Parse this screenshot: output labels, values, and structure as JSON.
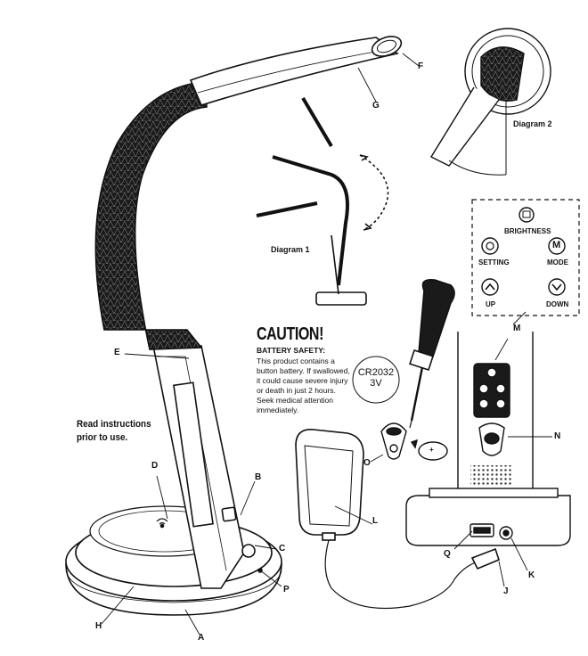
{
  "caution": {
    "title": "CAUTION!",
    "subtitle": "BATTERY SAFETY:",
    "body": "This product contains a button battery. If swallowed, it could cause severe injury or death in just 2 hours. Seek medical attention immediately."
  },
  "notice": {
    "line1": "Read instructions",
    "line2": "prior to use."
  },
  "battery": {
    "model": "CR2032",
    "voltage": "3V",
    "plus_sign": "+"
  },
  "diagrams": {
    "diagram1": "Diagram 1",
    "diagram2": "Diagram 2"
  },
  "panel": {
    "brightness": "BRIGHTNESS",
    "setting": "SETTING",
    "mode": "MODE",
    "mode_glyph": "M",
    "up": "UP",
    "down": "DOWN"
  },
  "labels": {
    "A": "A",
    "B": "B",
    "C": "C",
    "D": "D",
    "E": "E",
    "F": "F",
    "G": "G",
    "H": "H",
    "J": "J",
    "K": "K",
    "L": "L",
    "M": "M",
    "N": "N",
    "O": "O",
    "P": "P",
    "Q": "Q"
  }
}
